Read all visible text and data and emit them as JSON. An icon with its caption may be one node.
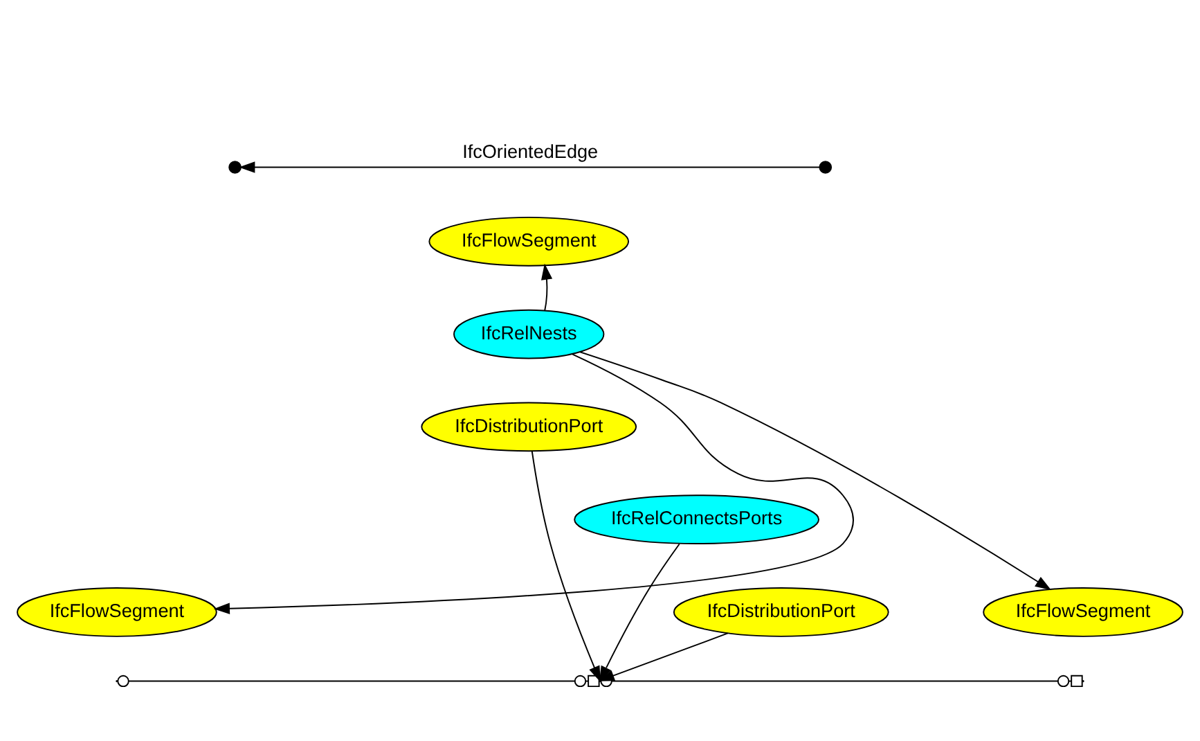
{
  "diagram": {
    "nodes": [
      {
        "text": [],
        "shape": "point"
      },
      {
        "text": [],
        "shape": "point"
      },
      {
        "text": [
          "IfcFlowSegment"
        ]
      },
      {
        "text": [
          "IfcRelNests"
        ]
      },
      {
        "text": [
          "IfcDistributionPort"
        ]
      },
      {
        "text": [
          "IfcRelConnectsPorts"
        ]
      },
      {
        "text": [
          "IfcDistributionPort"
        ]
      },
      {
        "text": [
          "IfcFlowSegment"
        ]
      },
      {
        "text": [
          "IfcFlowSegment"
        ]
      },
      {
        "text": [],
        "shape": "point"
      },
      {
        "text": [],
        "shape": "point"
      },
      {
        "text": [],
        "shape": "point"
      }
    ],
    "edges": [
      {
        "from": 1,
        "to": 0,
        "arrow": "to",
        "label": "IfcOrientedEdge"
      },
      {
        "from": 3,
        "to": 2,
        "arrow": "to"
      },
      {
        "from": 3,
        "to": 7,
        "arrow": "to"
      },
      {
        "from": 3,
        "to": 8,
        "arrow": "to"
      },
      {
        "from": 5,
        "to": 10,
        "arrow": "to"
      },
      {
        "from": 6,
        "to": 10,
        "arrow": "to"
      },
      {
        "from": 4,
        "to": 10,
        "arrow": "to"
      },
      {
        "from": 9,
        "to": 10,
        "arrow": "other"
      },
      {
        "from": 10,
        "to": 11,
        "arrow": "other"
      }
    ]
  }
}
